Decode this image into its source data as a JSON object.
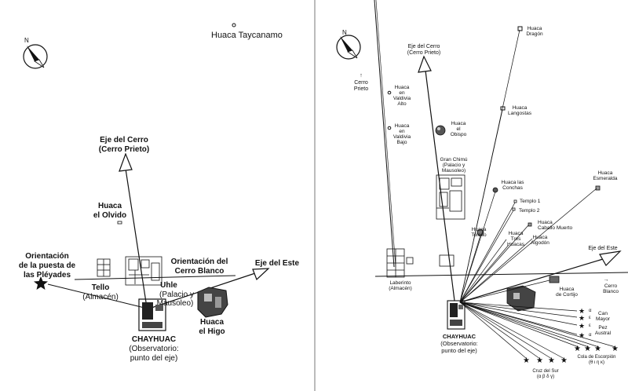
{
  "left_map": {
    "huaca_taycanamo": "Huaca Taycanamo",
    "eje_cerro": [
      "Eje del Cerro",
      "(Cerro Prieto)"
    ],
    "huaca_olvido": [
      "Huaca",
      "el Olvido"
    ],
    "orientacion_pleyades": [
      "Orientación",
      "de la puesta de",
      "las Pléyades"
    ],
    "orientacion_cerro_blanco": [
      "Orientación del",
      "Cerro Blanco"
    ],
    "eje_este": "Eje del Este",
    "tello": [
      "Tello",
      "(Almacén)"
    ],
    "uhle": [
      "Uhle",
      "(Palacio y",
      "Mausoleo)"
    ],
    "huaca_higo": [
      "Huaca",
      "el Higo"
    ],
    "chayhuac": [
      "CHAYHUAC",
      "(Observatorio:",
      "punto del eje)"
    ]
  },
  "right_map": {
    "cerro_prieto": [
      "Cerro",
      "Prieto"
    ],
    "eje_cerro": [
      "Eje del Cerro",
      "(Cerro Prieto)"
    ],
    "valdivia_alto": [
      "Huaca",
      "en",
      "Valdivia",
      "Alto"
    ],
    "valdivia_bajo": [
      "Huaca",
      "en",
      "Valdivia",
      "Bajo"
    ],
    "obispo": [
      "Huaca",
      "el",
      "Obispo"
    ],
    "dragon": [
      "Huaca",
      "Dragón"
    ],
    "langostas": [
      "Huaca",
      "Langostas"
    ],
    "gran_chimu": [
      "Gran Chimú",
      "(Palacio y",
      "Mausoleo)"
    ],
    "conchas": [
      "Huaca las",
      "Conchas"
    ],
    "templo1": "Templo 1",
    "templo2": "Templo 2",
    "esmeralda": [
      "Huaca",
      "Esmeralda"
    ],
    "caballo_muerto": [
      "Huaca",
      "Caballo Muerto"
    ],
    "toledo": [
      "Huaca",
      "Toledo"
    ],
    "tres_huacas": [
      "Huaca",
      "Tres",
      "Huacas"
    ],
    "algodon": [
      "Huaca",
      "Algodón"
    ],
    "eje_este": "Eje del Este",
    "cerro_blanco": [
      "Cerro",
      "Blanco"
    ],
    "laberinto": [
      "Laberinto",
      "(Almacén)"
    ],
    "cortijo": [
      "Huaca",
      "de Cortijo"
    ],
    "can_mayor": [
      "Can",
      "Mayor"
    ],
    "pez_austral": [
      "Pez",
      "Austral"
    ],
    "star_greek": [
      "α",
      "ε",
      "ε",
      "α"
    ],
    "cola_escorpion": [
      "Cola de Escorpión",
      "(θ ι η κ)"
    ],
    "cruz_sur": [
      "Cruz del Sur",
      "(α β δ γ)"
    ],
    "chayhuac": [
      "CHAYHUAC",
      "(Observatorio:",
      "punto del eje)"
    ]
  },
  "compass_letter": "N",
  "colors": {
    "ink": "#111111",
    "paper": "#ffffff"
  }
}
